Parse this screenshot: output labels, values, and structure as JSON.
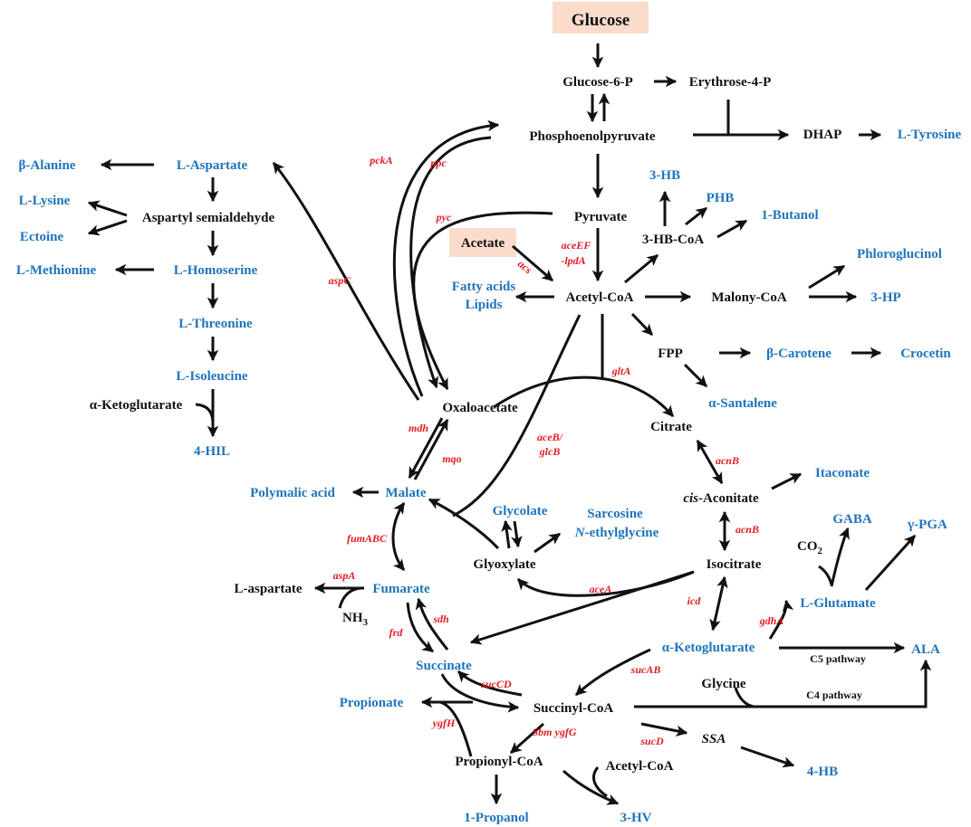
{
  "colors": {
    "metabolite": "#111111",
    "product": "#1f74bb",
    "enzyme": "#e31b23",
    "highlight_box": "#fbdccb"
  },
  "nodes": {
    "glucose": "Glucose",
    "g6p": "Glucose-6-P",
    "e4p": "Erythrose-4-P",
    "pep": "Phosphoenolpyruvate",
    "dhap": "DHAP",
    "ltyrosine": "L-Tyrosine",
    "pyruvate": "Pyruvate",
    "acetate": "Acetate",
    "acetylcoa": "Acetyl-CoA",
    "fatty1": "Fatty acids",
    "fatty2": "Lipids",
    "hb3": "3-HB",
    "phb": "PHB",
    "hbcoa3": "3-HB-CoA",
    "butanol": "1-Butanol",
    "malonycoa": "Malony-CoA",
    "phloro": "Phloroglucinol",
    "hp3": "3-HP",
    "fpp": "FPP",
    "betacarotene": "β-Carotene",
    "crocetin": "Crocetin",
    "santalene": "α-Santalene",
    "balanine": "β-Alanine",
    "laspartate": "L-Aspartate",
    "llysine": "L-Lysine",
    "aspsemi": "Aspartyl semialdehyde",
    "ectoine": "Ectoine",
    "lmethionine": "L-Methionine",
    "lhomoserine": "L-Homoserine",
    "lthreonine": "L-Threonine",
    "lisoleucine": "L-Isoleucine",
    "akg_left": "α-Ketoglutarate",
    "hil4": "4-HIL",
    "oxaloacetate": "Oxaloacetate",
    "citrate": "Citrate",
    "cis_prefix": "cis",
    "cis_rest": "-Aconitate",
    "itaconate": "Itaconate",
    "isocitrate": "Isocitrate",
    "malate": "Malate",
    "polymalic": "Polymalic acid",
    "glycolate": "Glycolate",
    "sarcosine": "Sarcosine",
    "ethylglycine_prefix": "N",
    "ethylglycine_rest": "-ethylglycine",
    "glyoxylate": "Glyoxylate",
    "fumarate": "Fumarate",
    "laspartate_lower": "L-aspartate",
    "nh3_main": "NH",
    "nh3_sub": "3",
    "succinate": "Succinate",
    "succinylcoa": "Succinyl-CoA",
    "propionate": "Propionate",
    "propionylcoa": "Propionyl-CoA",
    "acetylcoa2": "Acetyl-CoA",
    "propanol": "1-Propanol",
    "hv3": "3-HV",
    "ssa": "SSA",
    "hb4": "4-HB",
    "akg": "α-Ketoglutarate",
    "lglutamate": "L-Glutamate",
    "gaba": "GABA",
    "co2_main": "CO",
    "co2_sub": "2",
    "ypga": "γ-PGA",
    "ala": "ALA",
    "glycine": "Glycine",
    "c5": "C5 pathway",
    "c4": "C4 pathway"
  },
  "enzymes": {
    "pckA": "pckA",
    "ppc": "ppc",
    "pyc": "pyc",
    "aspC": "aspC",
    "aceEF": "aceEF",
    "lpdA": "-lpdA",
    "acs": "acs",
    "gltA": "gltA",
    "mdh": "mdh",
    "mqo": "mqo",
    "aceB": "aceB/",
    "glcB": "glcB",
    "acnB1": "acnB",
    "acnB2": "acnB",
    "fumABC": "fumABC",
    "aspA": "aspA",
    "aceA": "aceA",
    "icd": "icd",
    "gdhA": "gdhA",
    "frd": "frd",
    "sdh": "sdh",
    "sucAB": "sucAB",
    "sucCD": "sucCD",
    "ygfH": "ygfH",
    "sbm": "Sbm ygfG",
    "sucD": "sucD"
  }
}
